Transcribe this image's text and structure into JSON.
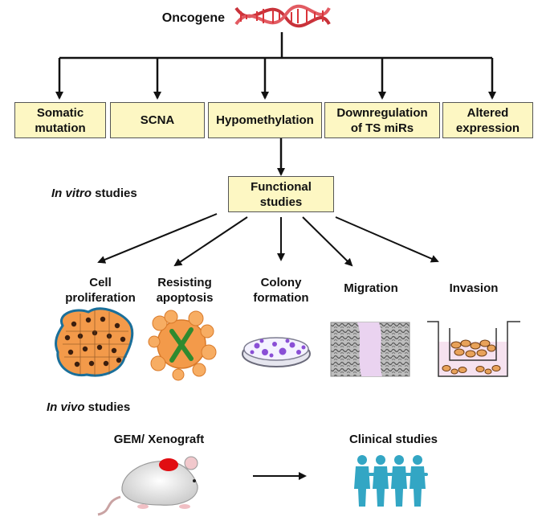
{
  "title": "Oncogene",
  "mechanisms": [
    {
      "key": "somatic",
      "label": "Somatic\nmutation"
    },
    {
      "key": "scna",
      "label": "SCNA"
    },
    {
      "key": "hypo",
      "label": "Hypomethylation"
    },
    {
      "key": "downreg",
      "label": "Downregulation\nof TS miRs"
    },
    {
      "key": "altered",
      "label": "Altered\nexpression"
    }
  ],
  "in_vitro": {
    "italic": "In vitro",
    "rest": " studies"
  },
  "functional": "Functional\nstudies",
  "assays": [
    {
      "key": "proliferation",
      "label": "Cell\nproliferation"
    },
    {
      "key": "apoptosis",
      "label": "Resisting\napoptosis"
    },
    {
      "key": "colony",
      "label": "Colony\nformation"
    },
    {
      "key": "migration",
      "label": "Migration"
    },
    {
      "key": "invasion",
      "label": "Invasion"
    }
  ],
  "in_vivo": {
    "italic": "In vivo",
    "rest": " studies"
  },
  "gem": "GEM/ Xenograft",
  "clinical": "Clinical studies",
  "colors": {
    "box_fill": "#fdf7c3",
    "dna_red": "#d9343a",
    "cell_orange": "#f39a4a",
    "colony_purple": "#8a4fd6",
    "people_teal": "#33a6c4",
    "apoptosis_x": "#2f8a2f"
  },
  "icons": [
    "dna-icon",
    "cell-cluster-icon",
    "apoptotic-cell-icon",
    "petri-dish-icon",
    "wound-healing-icon",
    "transwell-icon",
    "mouse-icon",
    "people-icon"
  ]
}
